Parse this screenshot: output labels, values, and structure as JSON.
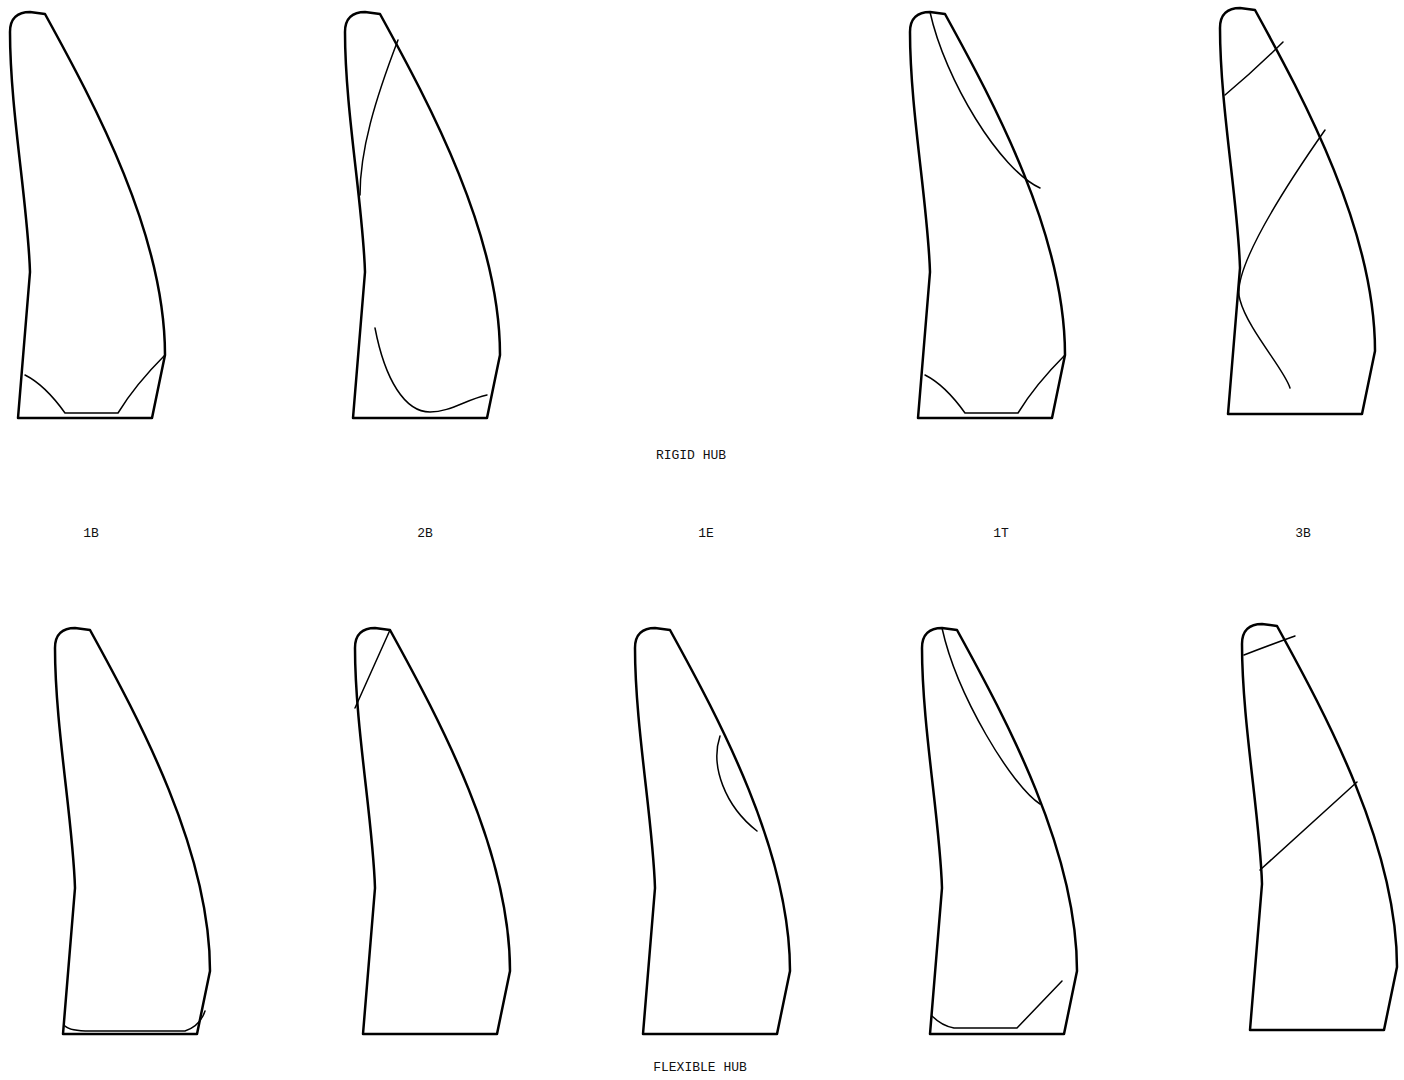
{
  "diagram": {
    "labels": [
      "RIGID HUB",
      "1B",
      "2B",
      "1E",
      "1T",
      "3B",
      "FLEXIBLE HUB"
    ]
  }
}
